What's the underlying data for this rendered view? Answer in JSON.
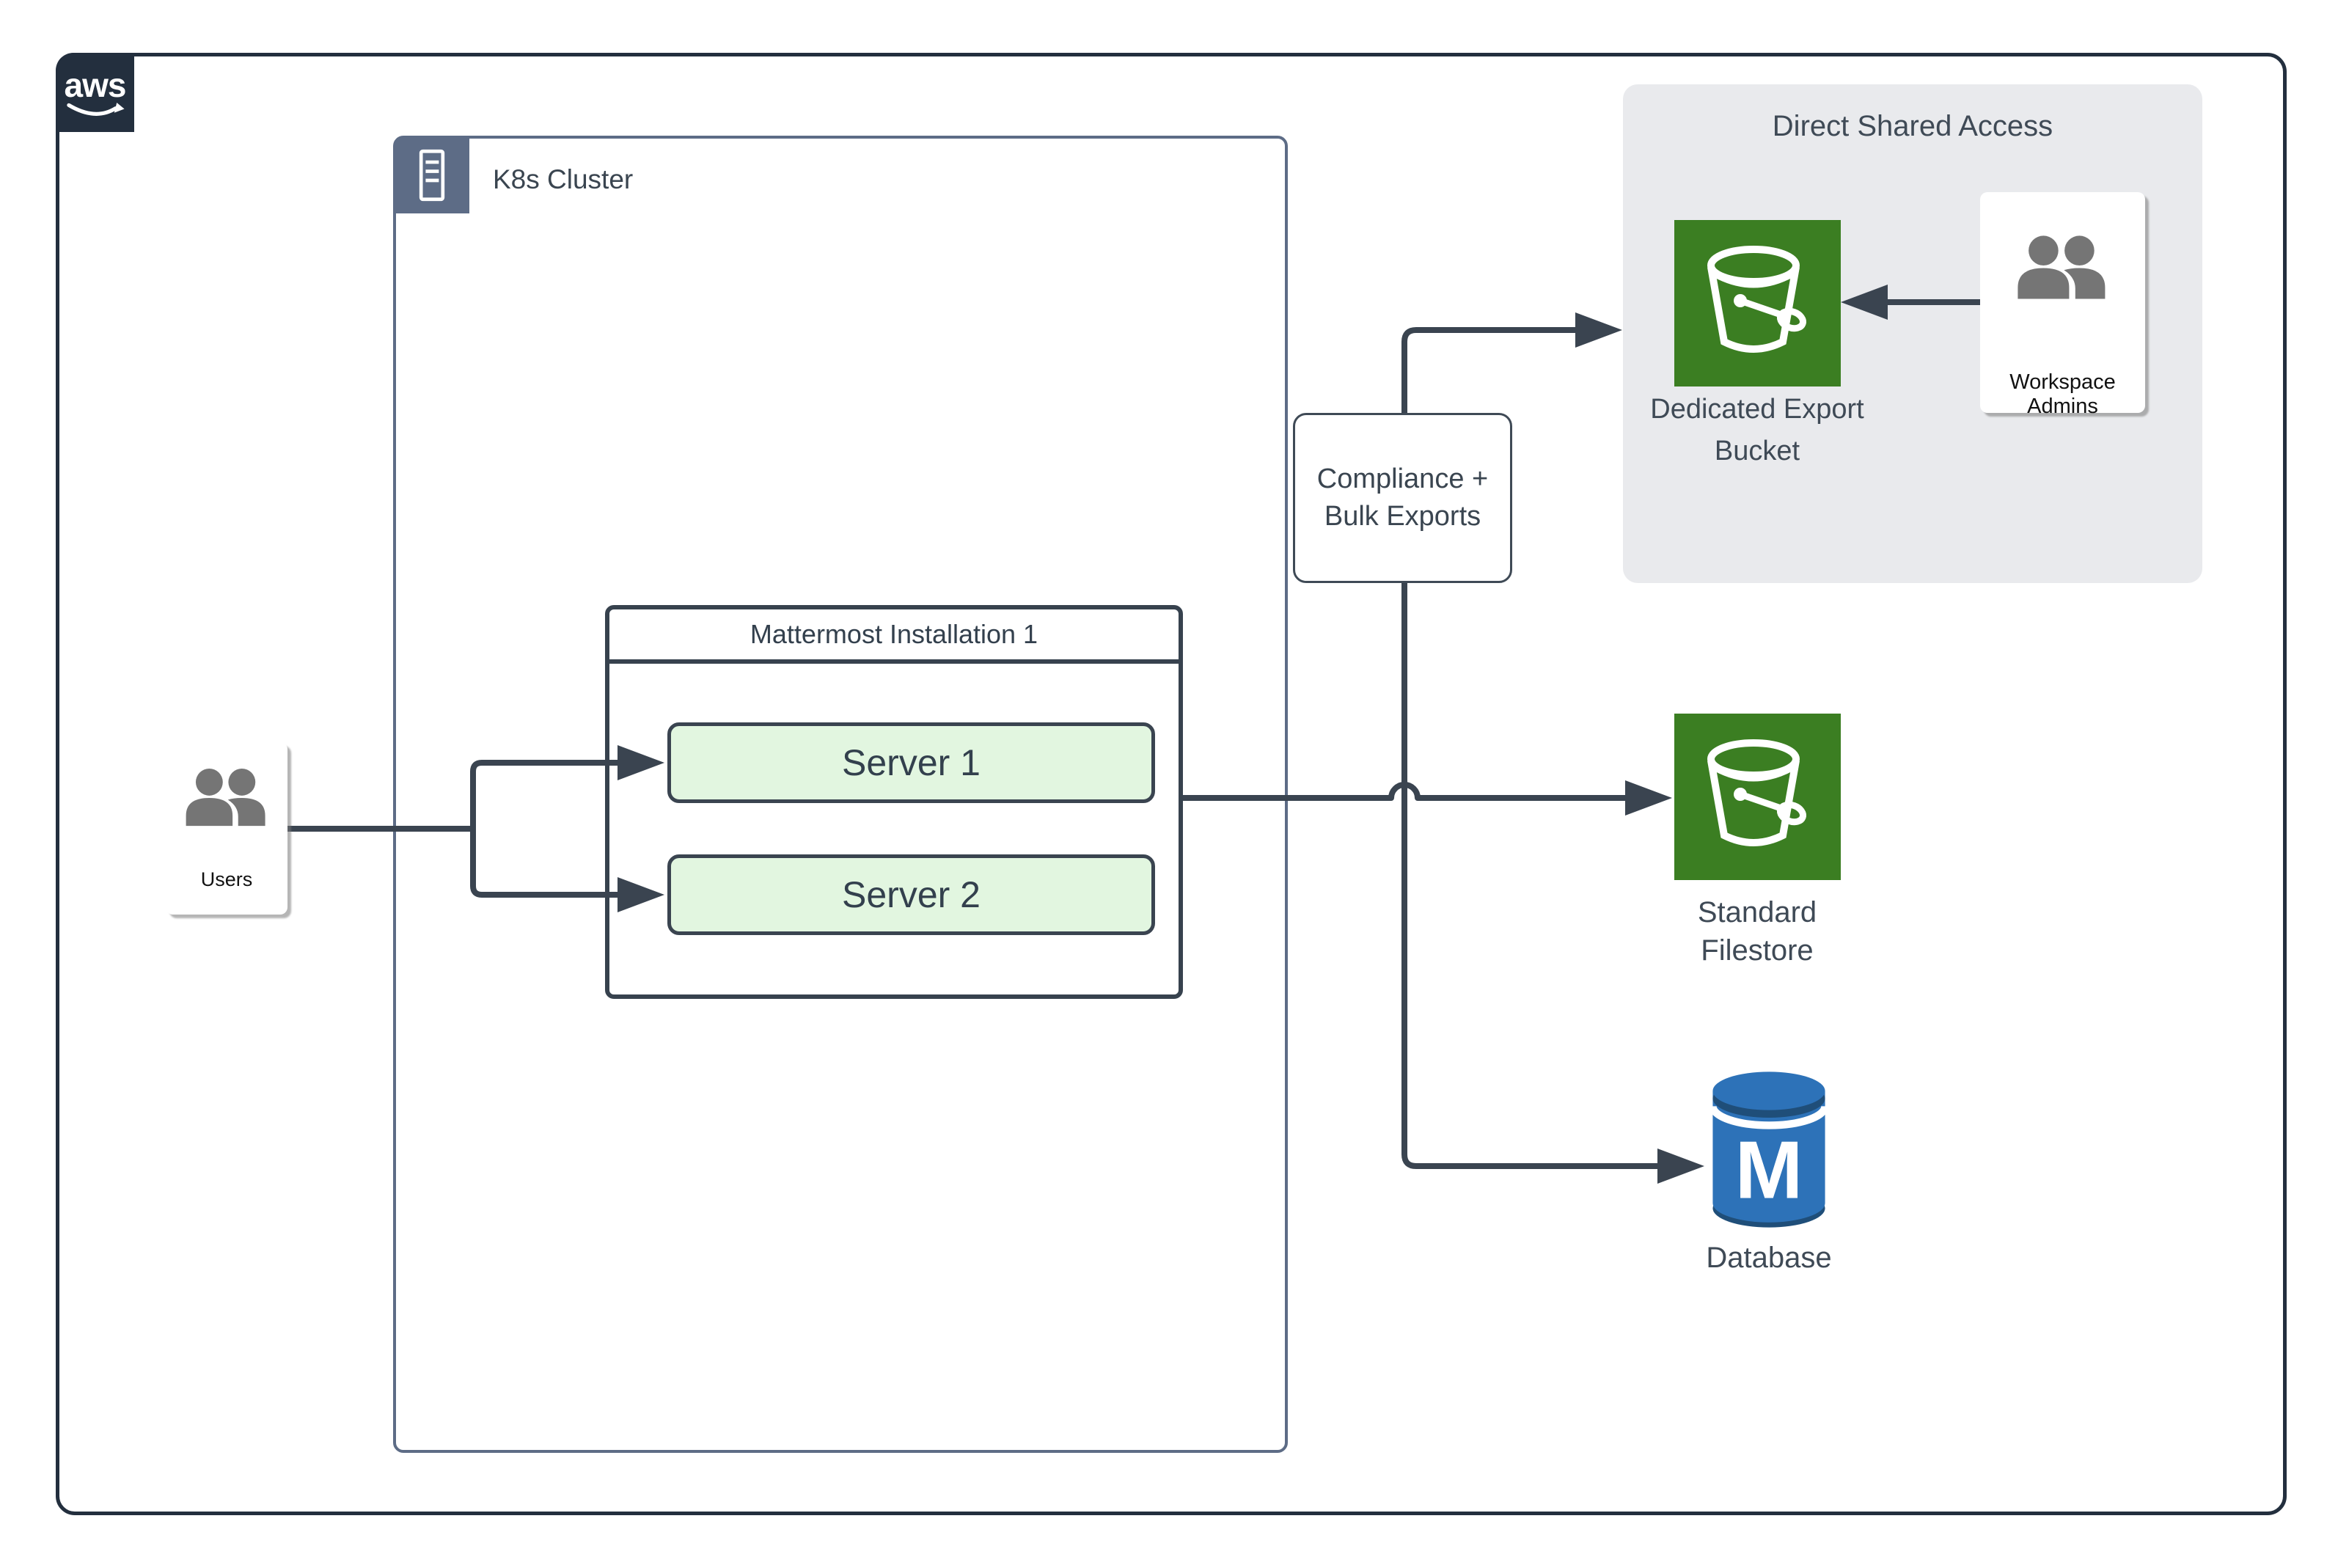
{
  "aws": {
    "logo_text": "aws"
  },
  "k8s_cluster": {
    "label": "K8s Cluster"
  },
  "mattermost": {
    "title": "Mattermost Installation 1",
    "servers": [
      {
        "label": "Server 1"
      },
      {
        "label": "Server 2"
      }
    ]
  },
  "users": {
    "label": "Users"
  },
  "compliance": {
    "label": "Compliance +\nBulk Exports"
  },
  "direct_shared_access": {
    "title": "Direct Shared Access",
    "export_bucket": {
      "label": "Dedicated Export\nBucket"
    },
    "workspace_admins": {
      "label": "Workspace Admins"
    }
  },
  "standard_filestore": {
    "label": "Standard\nFilestore"
  },
  "database": {
    "label": "Database",
    "monogram": "M"
  },
  "icons": {
    "aws_logo": "aws-smile-logo",
    "k8s_corner": "server-rack-icon",
    "users": "people-icon",
    "workspace_admins": "people-icon",
    "export_bucket": "s3-bucket-icon",
    "standard_filestore": "s3-bucket-icon",
    "database": "database-cylinder-icon"
  },
  "colors": {
    "frame_dark": "#232F3E",
    "k8s_border_slate": "#5D6C86",
    "connector_line": "#3A4450",
    "server_fill_green": "#E2F6E0",
    "bucket_green": "#3B7E22",
    "region_gray": "#E9EAED",
    "database_blue": "#2D72B8",
    "database_dark_blue": "#1F4E79",
    "person_icon_gray": "#757575",
    "text_dark": "#3A4550"
  }
}
